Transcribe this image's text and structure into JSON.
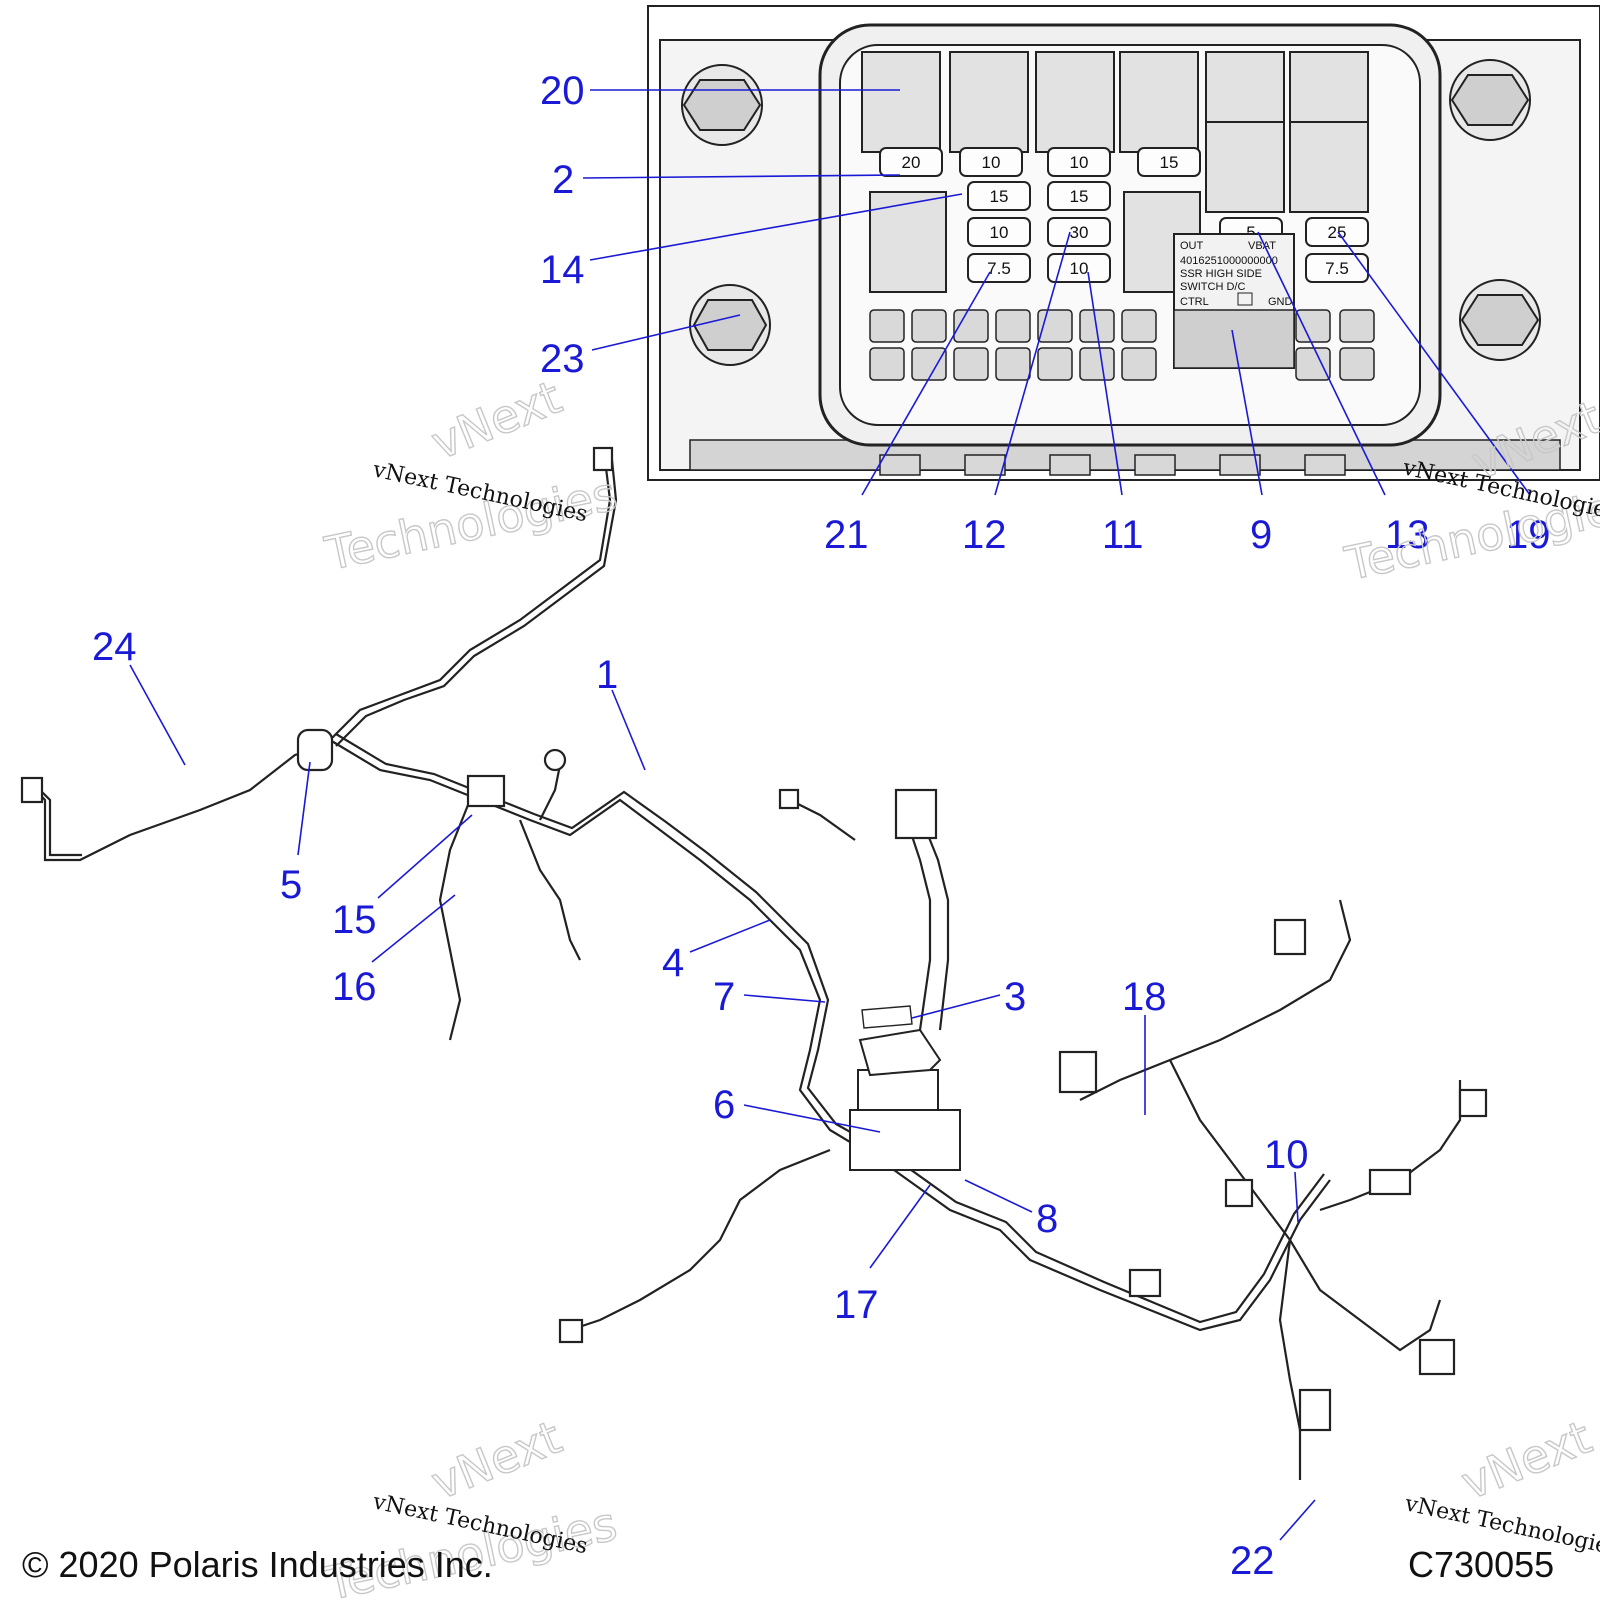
{
  "footer": {
    "copyright": "© 2020 Polaris Industries Inc.",
    "code": "C730055"
  },
  "watermark": {
    "line": "vNext Technologies",
    "large_top": "vNext",
    "large_bottom": "Technologies"
  },
  "fuse_labels": [
    "20",
    "10",
    "10",
    "15",
    "15",
    "15",
    "10",
    "30",
    "7.5",
    "10",
    "5",
    "25",
    "7.5"
  ],
  "ssr_module": {
    "out": "OUT",
    "vbat": "VBAT",
    "part": "4016251000000000",
    "line1": "SSR  HIGH  SIDE",
    "line2": "SWITCH     D/C",
    "ctrl": "CTRL",
    "gnd": "GND"
  },
  "callouts": [
    "20",
    "2",
    "14",
    "23",
    "21",
    "12",
    "11",
    "9",
    "13",
    "19",
    "24",
    "1",
    "5",
    "15",
    "16",
    "4",
    "7",
    "3",
    "18",
    "6",
    "10",
    "8",
    "17",
    "22"
  ]
}
